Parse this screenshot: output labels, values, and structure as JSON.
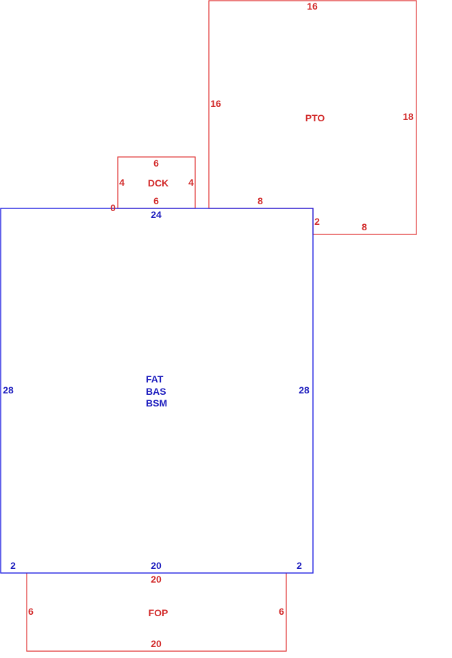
{
  "colors": {
    "outline_red": "#e03030",
    "outline_blue": "#2020e0",
    "text_red": "#d22a2a",
    "text_blue": "#1c1cbe"
  },
  "areas": {
    "pto": {
      "code": "PTO",
      "dim_top": "16",
      "dim_left": "16",
      "dim_right": "18",
      "dim_bottom": "8",
      "dim_step_vertical": "2",
      "dim_step_horizontal": "8"
    },
    "dck": {
      "code": "DCK",
      "dim_top": "6",
      "dim_left": "4",
      "dim_right": "4",
      "dim_bottom": "6",
      "dim_offset": "0"
    },
    "main": {
      "codes": [
        "FAT",
        "BAS",
        "BSM"
      ],
      "dim_top": "24",
      "dim_left": "28",
      "dim_right": "28",
      "dim_bottom": "20",
      "dim_bottom_left": "2",
      "dim_bottom_right": "2"
    },
    "fop": {
      "code": "FOP",
      "dim_top": "20",
      "dim_left": "6",
      "dim_right": "6",
      "dim_bottom": "20"
    }
  }
}
